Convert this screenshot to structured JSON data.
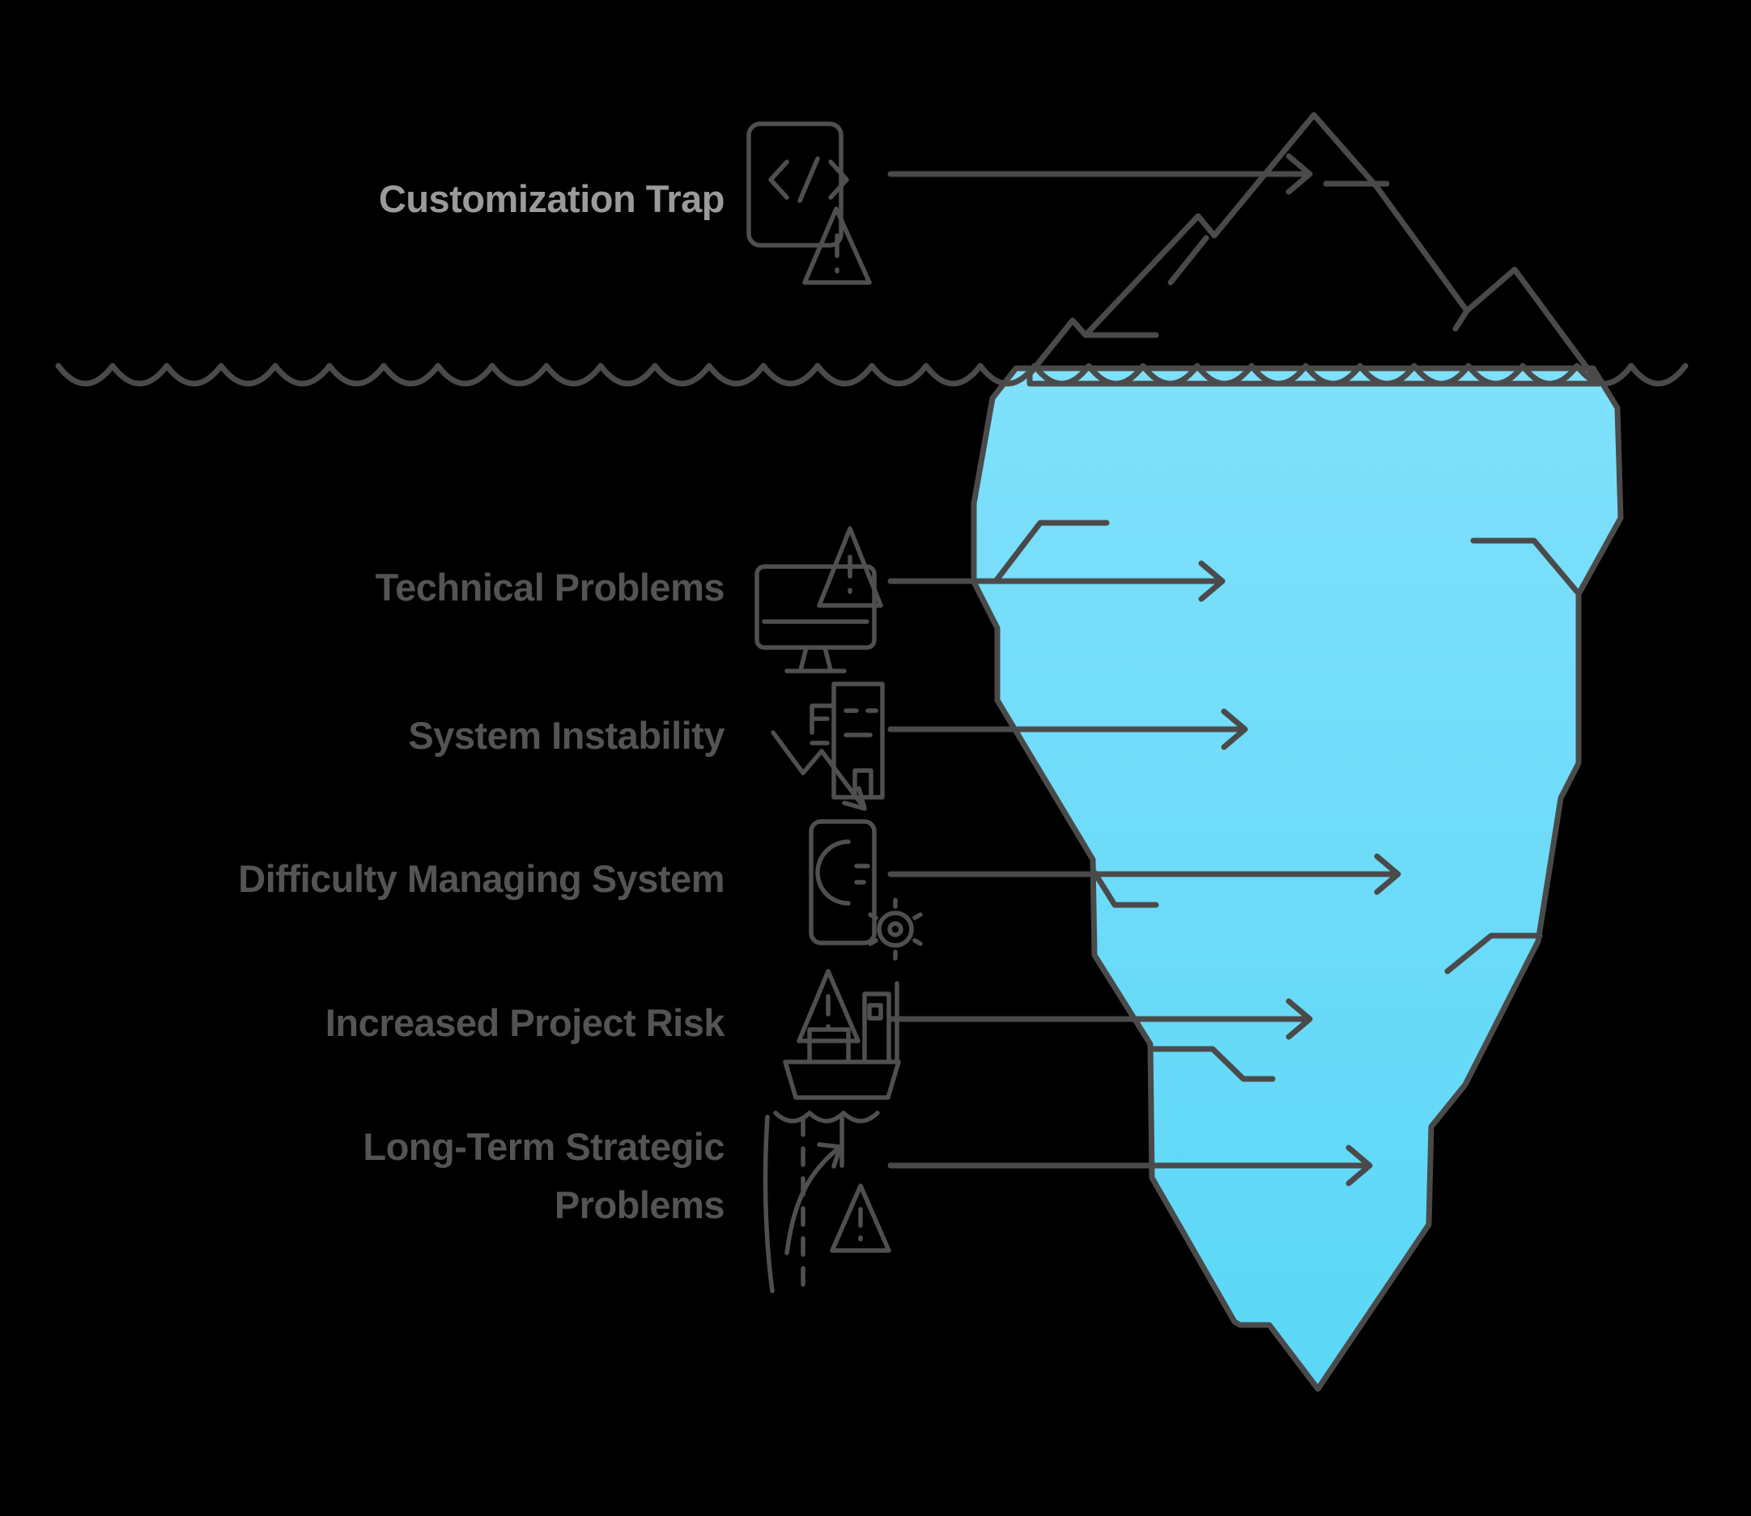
{
  "page": {
    "background": "#000000"
  },
  "waterline": {
    "color": "#4a4a4a"
  },
  "iceberg": {
    "tip_fill": "#d8d8d8",
    "body_fill_top": "#7fe0fb",
    "body_fill_bottom": "#5bd7f7",
    "outline_color": "#4a4a4a",
    "arrow_color": "#4a4a4a"
  },
  "items": [
    {
      "zone": "above-water",
      "icon": "code-warning-icon",
      "text_color": "#9a9a9a",
      "label_lines": [
        "Customization Trap"
      ]
    },
    {
      "zone": "below-water",
      "icon": "monitor-warning-icon",
      "text_color": "#545454",
      "label_lines": [
        "Technical Problems"
      ]
    },
    {
      "zone": "below-water",
      "icon": "building-decline-icon",
      "text_color": "#545454",
      "label_lines": [
        "System Instability"
      ]
    },
    {
      "zone": "below-water",
      "icon": "device-gear-icon",
      "text_color": "#545454",
      "label_lines": [
        "Difficulty Managing System"
      ]
    },
    {
      "zone": "below-water",
      "icon": "ship-warning-icon",
      "text_color": "#545454",
      "label_lines": [
        "Increased Project Risk"
      ]
    },
    {
      "zone": "below-water",
      "icon": "road-warning-icon",
      "text_color": "#545454",
      "label_lines": [
        "Long-Term Strategic",
        "Problems"
      ]
    }
  ]
}
